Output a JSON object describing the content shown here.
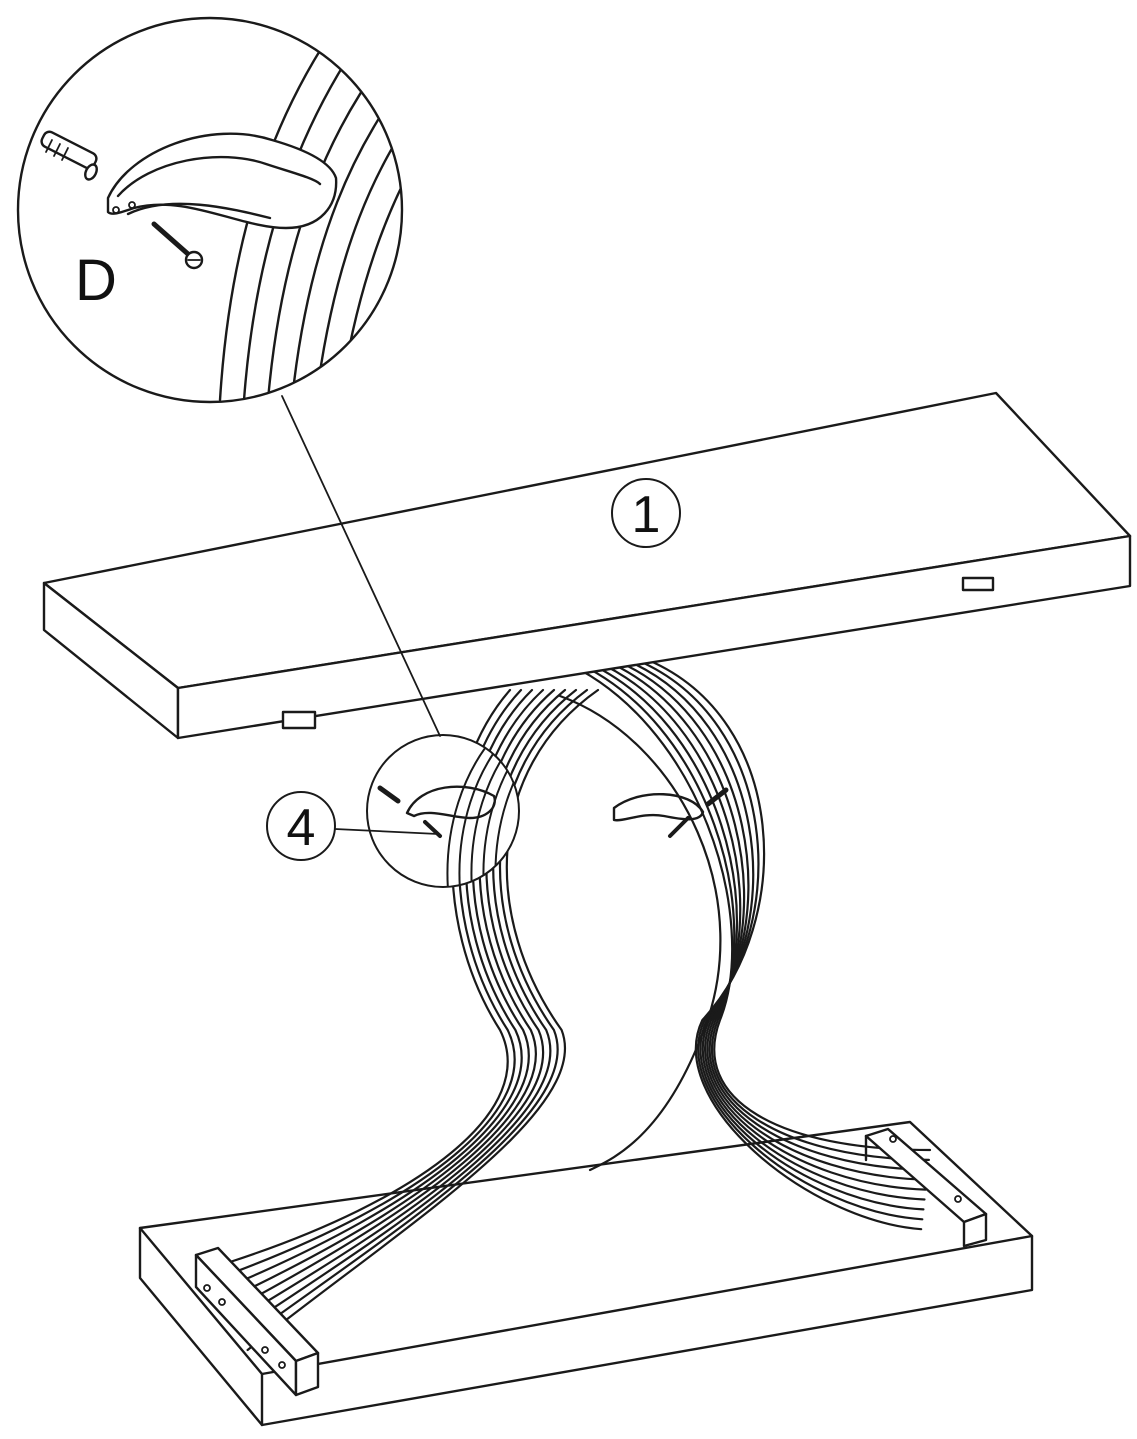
{
  "labels": {
    "detail_letter": "D",
    "top_part_number": "1",
    "step_callout_number": "4"
  },
  "colors": {
    "line": "#1a1a1a",
    "background": "#ffffff"
  }
}
